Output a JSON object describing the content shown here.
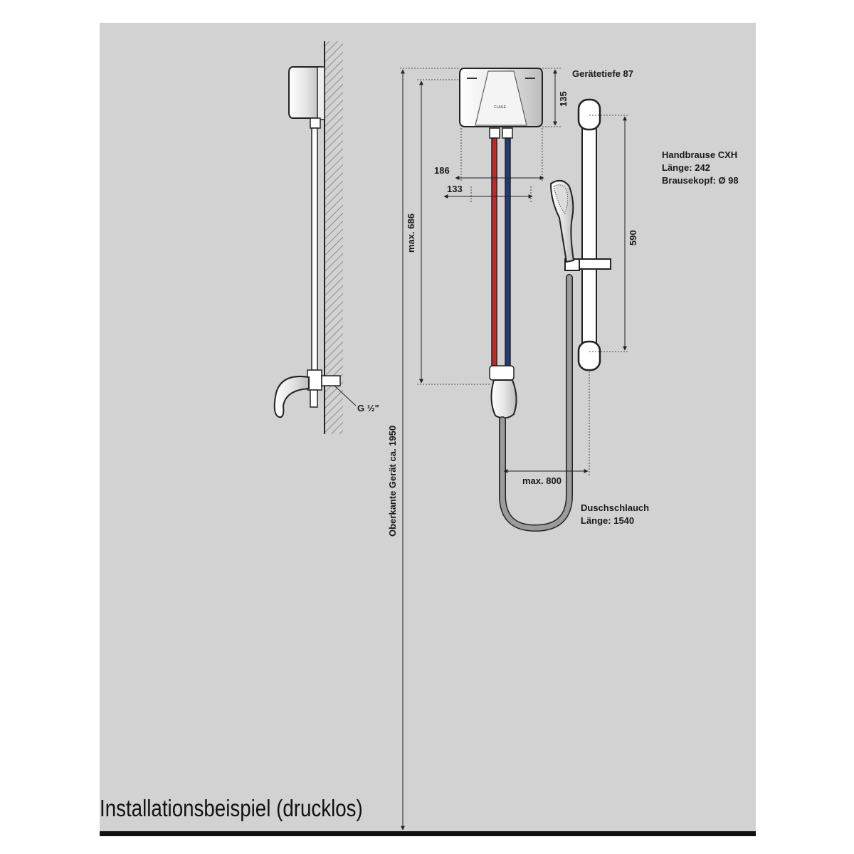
{
  "caption": "Installationsbeispiel (drucklos)",
  "labels": {
    "depth": "Gerätetiefe 87",
    "height_135": "135",
    "width_186": "186",
    "width_133": "133",
    "max_686": "max. 686",
    "rail_590": "590",
    "hose_spacing": "max. 800",
    "top_height": "Oberkante Gerät ca. 1950",
    "thread": "G ½\"",
    "brand": "CLAGE"
  },
  "handshower": {
    "title": "Handbrause CXH",
    "length": "Länge: 242",
    "head": "Brausekopf: Ø 98"
  },
  "hose": {
    "title": "Duschschlauch",
    "length": "Länge: 1540"
  },
  "colors": {
    "panel": "#d2d2d2",
    "hot_pipe": "#c0282a",
    "cold_pipe": "#233a73",
    "hose": "#9b9b9b"
  }
}
